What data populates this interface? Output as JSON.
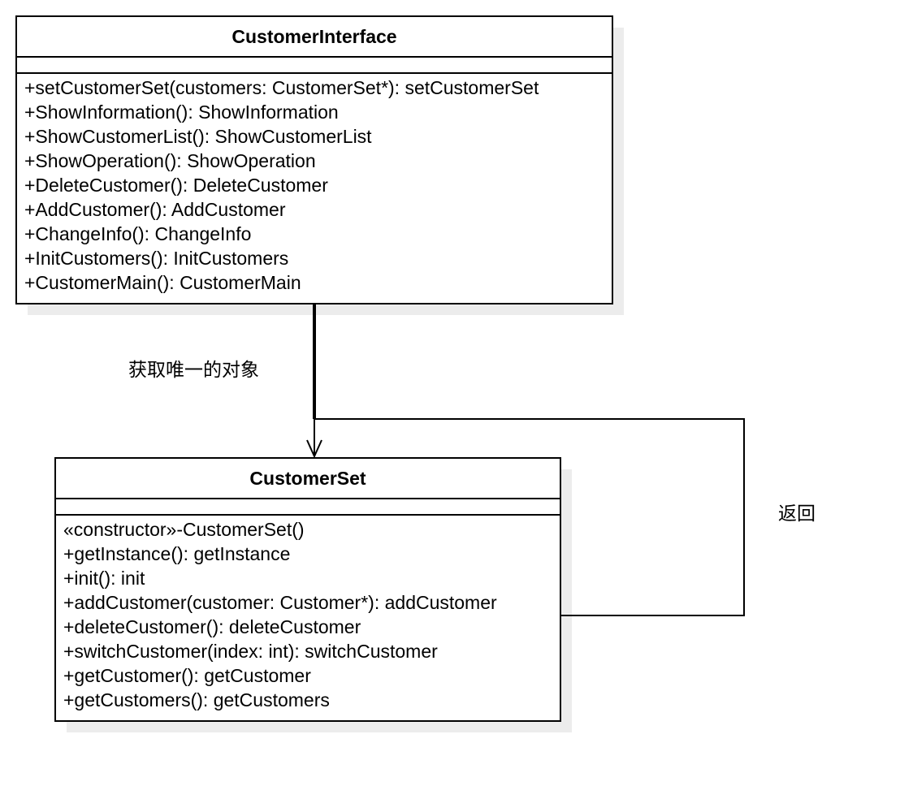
{
  "classes": {
    "customer_interface": {
      "name": "CustomerInterface",
      "methods": [
        "+setCustomerSet(customers: CustomerSet*): setCustomerSet",
        "+ShowInformation(): ShowInformation",
        "+ShowCustomerList(): ShowCustomerList",
        "+ShowOperation(): ShowOperation",
        "+DeleteCustomer(): DeleteCustomer",
        "+AddCustomer(): AddCustomer",
        "+ChangeInfo(): ChangeInfo",
        "+InitCustomers(): InitCustomers",
        "+CustomerMain(): CustomerMain"
      ]
    },
    "customer_set": {
      "name": "CustomerSet",
      "methods": [
        "«constructor»-CustomerSet()",
        "+getInstance(): getInstance",
        "+init(): init",
        "+addCustomer(customer: Customer*): addCustomer",
        "+deleteCustomer(): deleteCustomer",
        "+switchCustomer(index: int): switchCustomer",
        "+getCustomer(): getCustomer",
        "+getCustomers(): getCustomers"
      ]
    }
  },
  "edges": {
    "get_instance_label": "获取唯一的对象",
    "self_return_label": "返回"
  },
  "colors": {
    "line": "#000000",
    "box_fill": "#ffffff",
    "shadow": "#ececec"
  }
}
